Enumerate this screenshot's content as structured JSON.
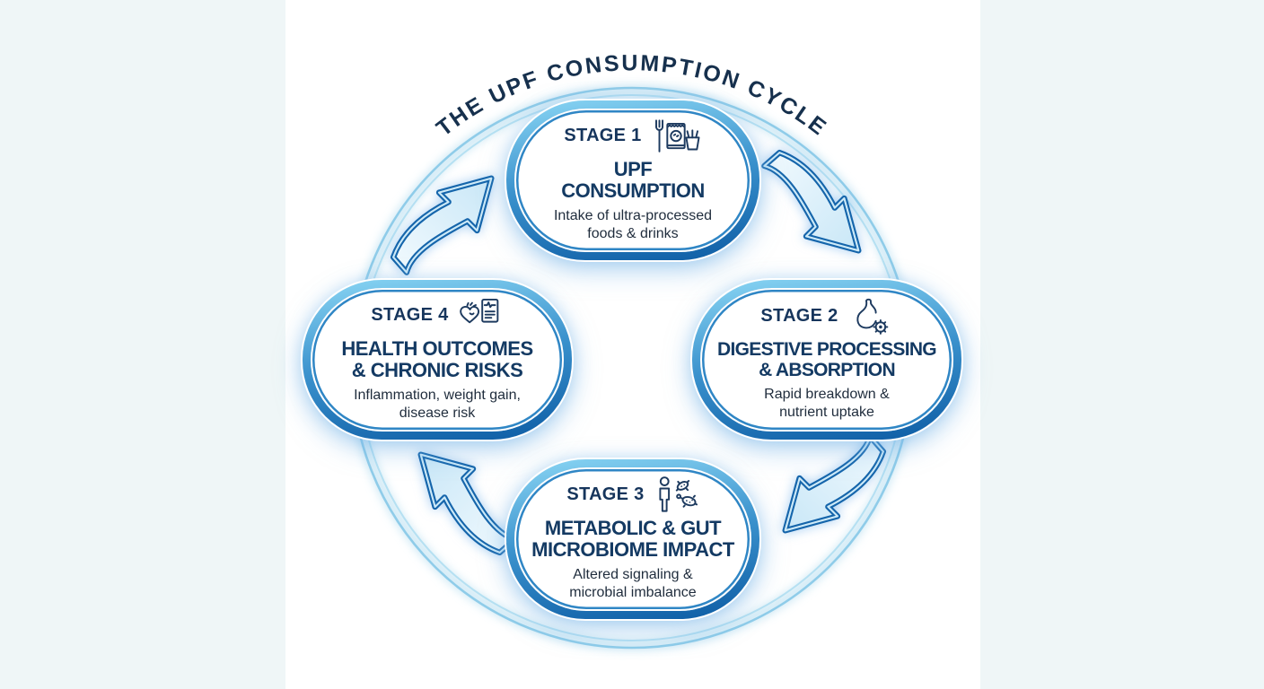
{
  "title": "THE UPF CONSUMPTION CYCLE",
  "stages": [
    {
      "label": "STAGE 1",
      "icon": "fork-snack-bag-fries-icon",
      "heading_lines": [
        "UPF",
        "CONSUMPTION"
      ],
      "desc_lines": [
        "Intake of ultra-processed",
        "foods & drinks"
      ]
    },
    {
      "label": "STAGE 2",
      "icon": "stomach-gear-icon",
      "heading_lines": [
        "DIGESTIVE PROCESSING",
        "& ABSORPTION"
      ],
      "desc_lines": [
        "Rapid breakdown &",
        "nutrient uptake"
      ]
    },
    {
      "label": "STAGE 3",
      "icon": "person-gut-microbes-icon",
      "heading_lines": [
        "METABOLIC & GUT",
        "MICROBIOME IMPACT"
      ],
      "desc_lines": [
        "Altered signaling &",
        "microbial imbalance"
      ]
    },
    {
      "label": "STAGE 4",
      "icon": "heart-health-report-icon",
      "heading_lines": [
        "HEALTH OUTCOMES",
        "& CHRONIC RISKS"
      ],
      "desc_lines": [
        "Inflammation, weight gain,",
        "disease risk"
      ]
    }
  ],
  "colors": {
    "title_text": "#16304d",
    "heading_text": "#143a63",
    "body_text": "#1f2c3c",
    "box_border_top": "#8ad6f4",
    "box_border_bottom": "#0d5ca4",
    "inner_border_line": "#2f86c5",
    "cycle_ring": "#8fcce9",
    "arrow_outline": "#1565ab",
    "background_side": "#eff6f7",
    "background_center": "#ffffff"
  }
}
